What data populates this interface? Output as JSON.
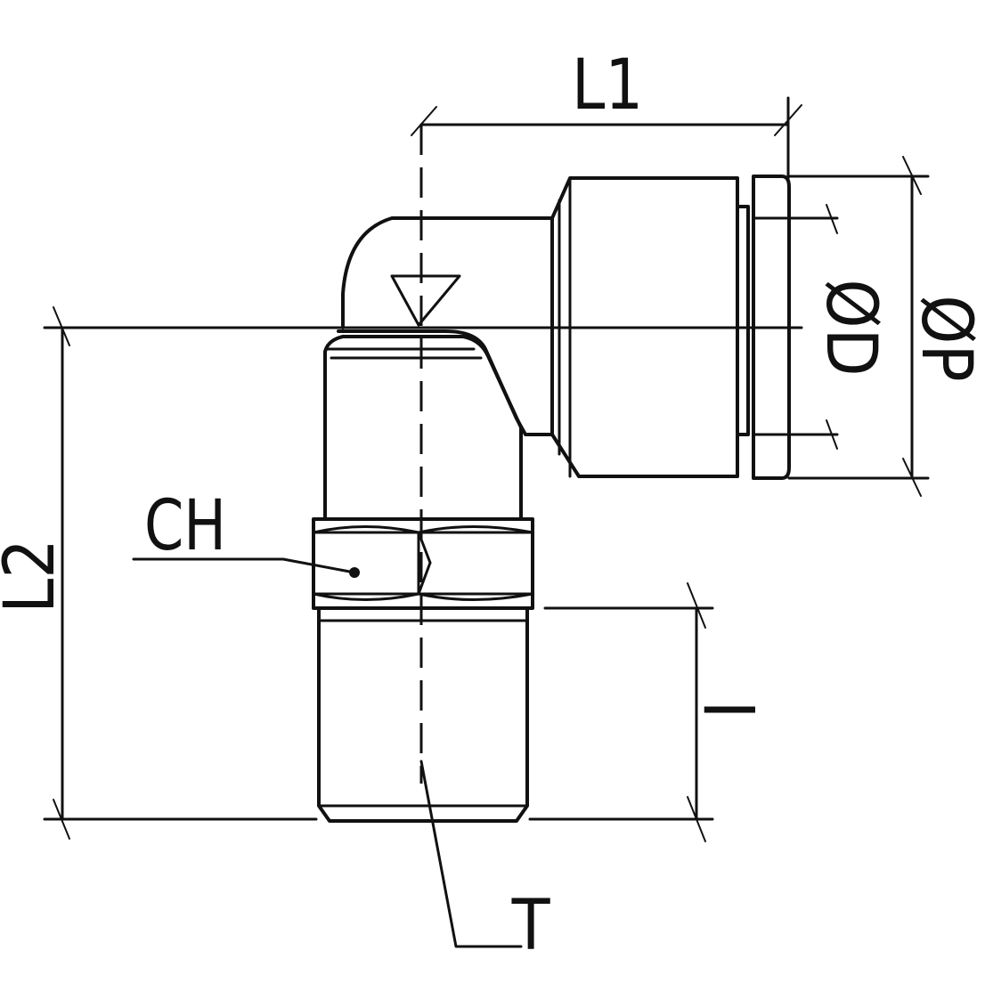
{
  "labels": {
    "l1": "L1",
    "l2": "L2",
    "od": "ØD",
    "op": "ØP",
    "ch": "CH",
    "i": "I",
    "t": "T"
  },
  "colors": {
    "line": "#111111",
    "background": "#ffffff"
  }
}
